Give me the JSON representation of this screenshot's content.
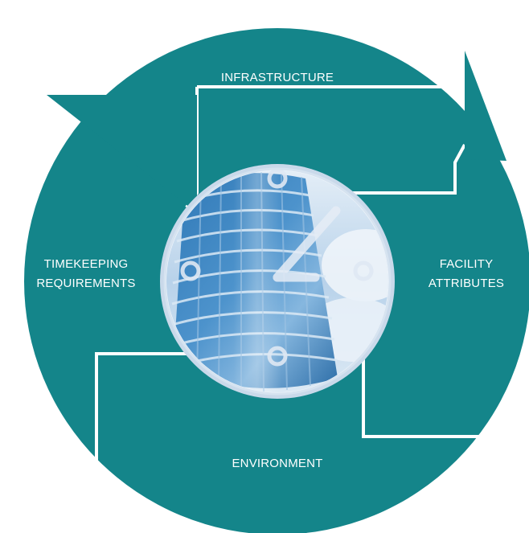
{
  "diagram": {
    "labels": {
      "top": "INFRASTRUCTURE",
      "left_line1": "TIMEKEEPING",
      "left_line2": "REQUIREMENTS",
      "right_line1": "FACILITY",
      "right_line2": "ATTRIBUTES",
      "bottom": "ENVIRONMENT"
    },
    "colors": {
      "circle": "#14858a",
      "arrow_outline": "#ffffff",
      "center_ring": "#c9d9ea",
      "glass_light": "#bcd6ee",
      "glass_dark": "#1d5f9a"
    },
    "center_image": "glass office building with clock overlay",
    "icons": [
      "clock-hands-icon",
      "clock-marker-icon"
    ]
  }
}
